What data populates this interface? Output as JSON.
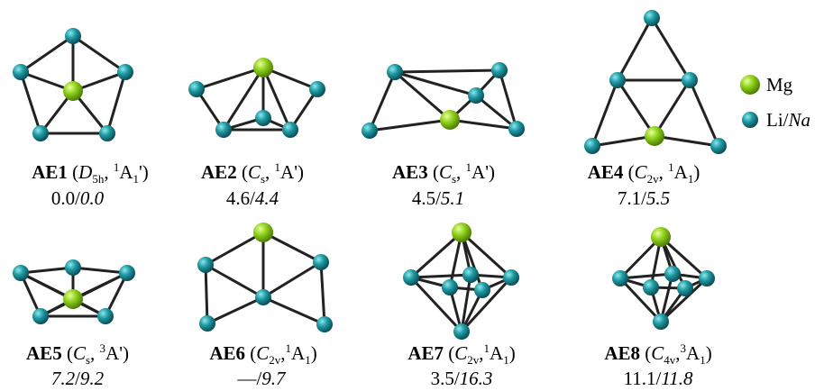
{
  "colors": {
    "mg": "#8fd11a",
    "mg_dark": "#4b7a06",
    "li": "#1f9aa3",
    "li_dark": "#0a4c55",
    "bond": "#222222"
  },
  "legend": {
    "mg_label": "Mg",
    "li_label": "Li/",
    "na_label": "Na"
  },
  "isomers": [
    {
      "name": "AE1",
      "group_main": "D",
      "group_sub": "5h",
      "state_sup": "1",
      "state_main": "A",
      "state_sub": "1",
      "state_prime": "'",
      "energy_li": "0.0",
      "energy_na": "0.0"
    },
    {
      "name": "AE2",
      "group_main": "C",
      "group_sub": "s",
      "state_sup": "1",
      "state_main": "A'",
      "state_sub": "",
      "state_prime": "",
      "energy_li": "4.6",
      "energy_na": "4.4"
    },
    {
      "name": "AE3",
      "group_main": "C",
      "group_sub": "s",
      "state_sup": "1",
      "state_main": "A'",
      "state_sub": "",
      "state_prime": "",
      "energy_li": "4.5",
      "energy_na": "5.1"
    },
    {
      "name": "AE4",
      "group_main": "C",
      "group_sub": "2v",
      "state_sup": "1",
      "state_main": "A",
      "state_sub": "1",
      "state_prime": "",
      "energy_li": "7.1",
      "energy_na": "5.5"
    },
    {
      "name": "AE5",
      "group_main": "C",
      "group_sub": "s",
      "state_sup": "3",
      "state_main": "A'",
      "state_sub": "",
      "state_prime": "",
      "energy_li": "7.2",
      "energy_na": "9.2"
    },
    {
      "name": "AE6",
      "group_main": "C",
      "group_sub": "2v",
      "state_sup": "1",
      "state_main": "A",
      "state_sub": "1",
      "state_prime": "",
      "energy_li": "—",
      "energy_na": "9.7"
    },
    {
      "name": "AE7",
      "group_main": "C",
      "group_sub": "2v",
      "state_sup": "1",
      "state_main": "A",
      "state_sub": "1",
      "state_prime": "",
      "energy_li": "3.5",
      "energy_na": "16.3"
    },
    {
      "name": "AE8",
      "group_main": "C",
      "group_sub": "4v",
      "state_sup": "3",
      "state_main": "A",
      "state_sub": "1",
      "state_prime": "",
      "energy_li": "11.1",
      "energy_na": "11.8"
    }
  ]
}
